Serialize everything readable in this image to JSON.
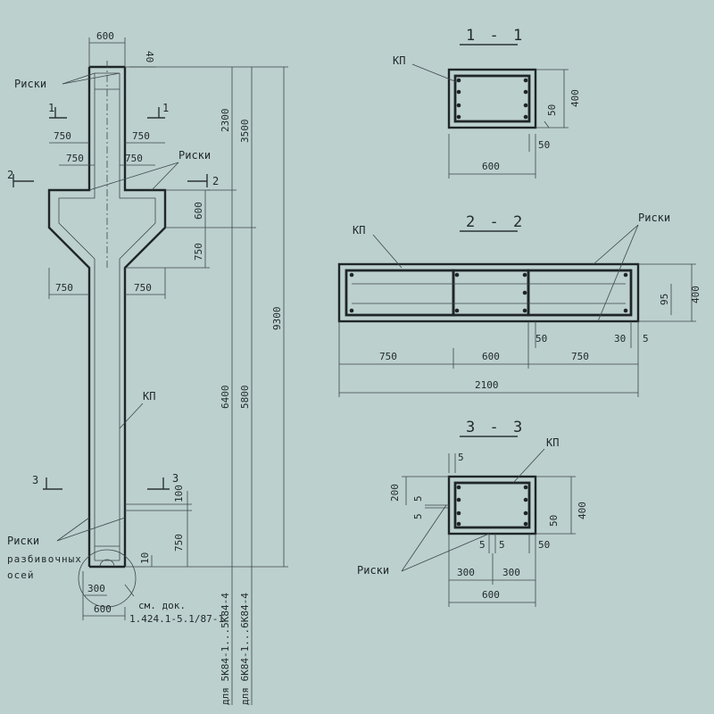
{
  "labels": {
    "riski": "Риски",
    "kp": "КП",
    "riski_razbivochnykh": "Риски",
    "razbivochnykh": "разбивочных",
    "osey": "осей",
    "see_doc_1": "см. док.",
    "see_doc_2": "1.424.1-5.1/87-1",
    "for_5k": "для 5К84-1...5К84-4",
    "for_6k": "для 6К84-1...6К84-4"
  },
  "sections": {
    "s1": "1 - 1",
    "s2": "2 - 2",
    "s3": "3 - 3",
    "mark1": "1",
    "mark2": "2",
    "mark3": "3"
  },
  "dims": {
    "col_top_width": "600",
    "col_top_40": "40",
    "h_2300": "2300",
    "h_3500": "3500",
    "h_9300": "9300",
    "h_600": "600",
    "h_750": "750",
    "h_6400": "6400",
    "h_5800": "5800",
    "h_100": "100",
    "h_750b": "750",
    "h_10": "10",
    "w_750_a": "750",
    "w_750_b": "750",
    "w_750_c": "750",
    "w_750_d": "750",
    "w_750_e": "750",
    "w_750_f": "750",
    "base_300": "300",
    "base_600": "600",
    "s1_400": "400",
    "s1_50a": "50",
    "s1_50b": "50",
    "s1_600": "600",
    "s2_95": "95",
    "s2_400": "400",
    "s2_50": "50",
    "s2_30": "30",
    "s2_5": "5",
    "s2_750a": "750",
    "s2_600": "600",
    "s2_750b": "750",
    "s2_2100": "2100",
    "s3_5top": "5",
    "s3_200": "200",
    "s3_5a": "5",
    "s3_5b": "5",
    "s3_400": "400",
    "s3_50": "50",
    "s3_5c": "5",
    "s3_5d": "5",
    "s3_50b": "50",
    "s3_300a": "300",
    "s3_300b": "300",
    "s3_600": "600"
  }
}
